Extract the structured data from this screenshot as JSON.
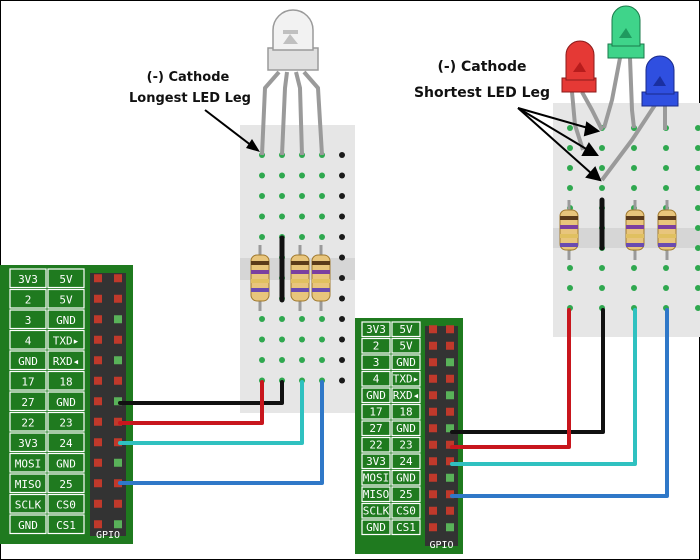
{
  "colors": {
    "board_green": "#1f7a1f",
    "cell_border": "#ffffff",
    "header_dark": "#333333",
    "pin_red": "#c0392b",
    "pin_green": "#59b259",
    "breadboard": "#e6e6e6",
    "hole": "#1a1a1a",
    "hole_green": "#2fa84f",
    "wire_black": "#111111",
    "wire_red": "#c8161d",
    "wire_teal": "#2fc1c0",
    "wire_blue": "#2f78c8",
    "led_red": "#e53935",
    "led_green": "#3fd48a",
    "led_blue": "#2f4fe0",
    "led_clear": "#f2f2f2",
    "resistor_body": "#e8c57c"
  },
  "gpio_label": "GPIO",
  "pin_labels": [
    [
      "3V3",
      "5V"
    ],
    [
      "2",
      "5V"
    ],
    [
      "3",
      "GND"
    ],
    [
      "4",
      "TXD▸"
    ],
    [
      "GND",
      "RXD◂"
    ],
    [
      "17",
      "18"
    ],
    [
      "27",
      "GND"
    ],
    [
      "22",
      "23"
    ],
    [
      "3V3",
      "24"
    ],
    [
      "MOSI",
      "GND"
    ],
    [
      "MISO",
      "25"
    ],
    [
      "SCLK",
      "CS0"
    ],
    [
      "GND",
      "CS1"
    ]
  ],
  "left_annotation": {
    "line1": "(-) Cathode",
    "line2": "Longest LED Leg"
  },
  "right_annotation": {
    "line1": "(-) Cathode",
    "line2": "Shortest LED Leg"
  }
}
